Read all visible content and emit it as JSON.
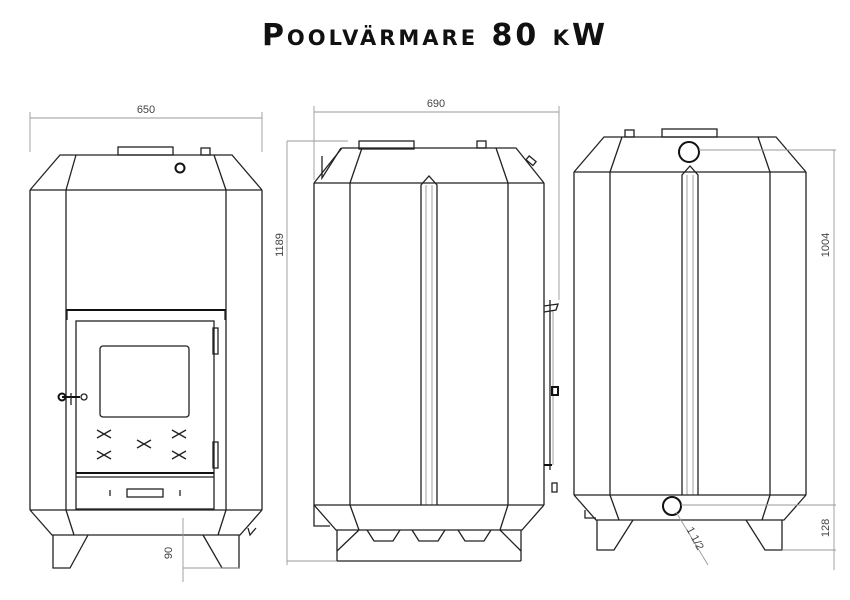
{
  "title": "Poolvärmare 80 kW",
  "views": {
    "front": {
      "label": "front-view",
      "dimensions": {
        "width": "650",
        "leg_height": "90"
      }
    },
    "side": {
      "label": "side-view",
      "dimensions": {
        "depth": "690",
        "height": "1189"
      }
    },
    "back": {
      "label": "back-view",
      "dimensions": {
        "connection_height": "1004",
        "lower_connection_height": "128",
        "pipe_size": "1 1/2"
      }
    }
  },
  "colors": {
    "line": "#222222",
    "dimension": "#999999",
    "background": "#ffffff"
  }
}
